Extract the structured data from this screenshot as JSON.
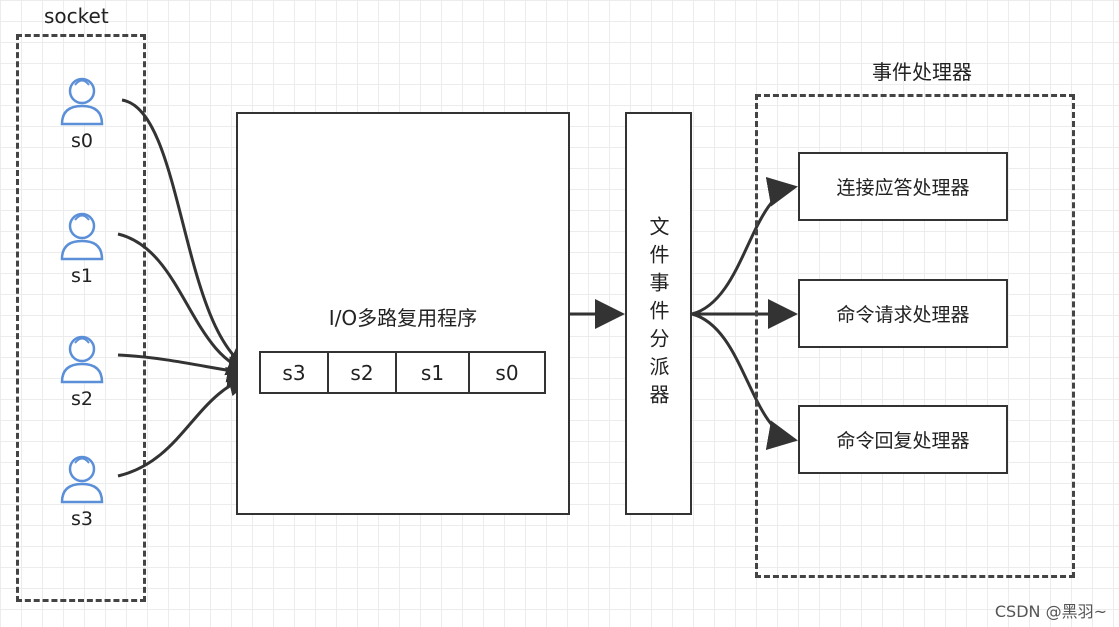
{
  "socket_group": {
    "label": "socket",
    "sockets": [
      {
        "name": "s0"
      },
      {
        "name": "s1"
      },
      {
        "name": "s2"
      },
      {
        "name": "s3"
      }
    ]
  },
  "io_multiplexer": {
    "title": "I/O多路复用程序",
    "queue": [
      "s3",
      "s2",
      "s1",
      "s0"
    ]
  },
  "dispatcher": {
    "label": "文件事件分派器"
  },
  "handlers": {
    "title": "事件处理器",
    "items": [
      "连接应答处理器",
      "命令请求处理器",
      "命令回复处理器"
    ]
  },
  "watermark": "CSDN @黑羽~",
  "colors": {
    "user_icon": "#5b8fd8",
    "line": "#333333"
  }
}
